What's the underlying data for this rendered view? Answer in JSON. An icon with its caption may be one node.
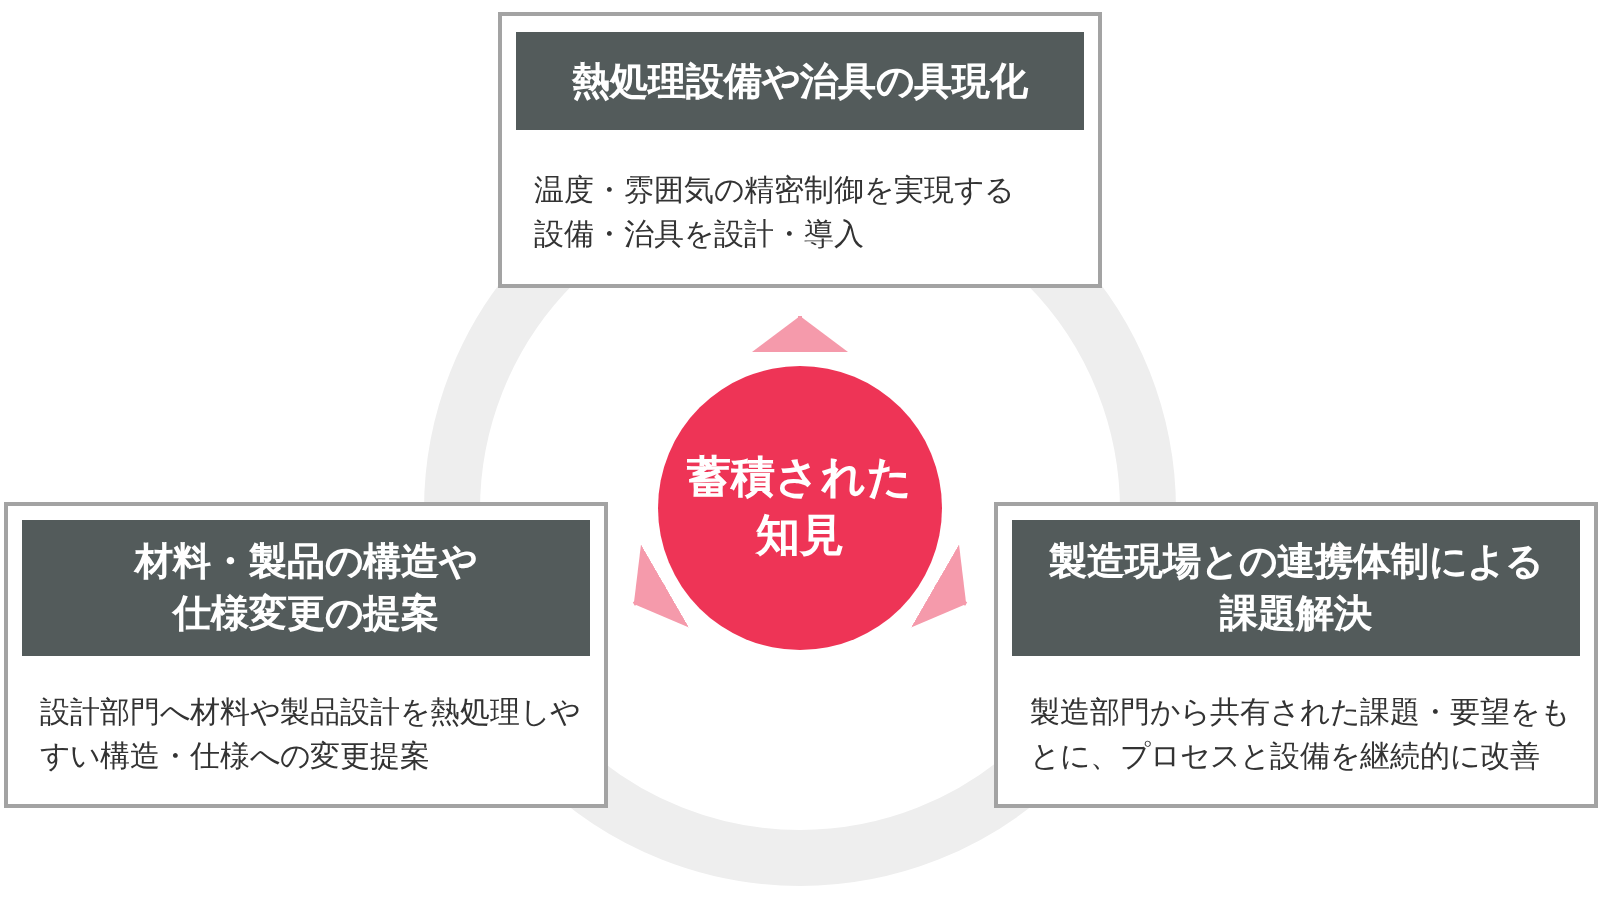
{
  "diagram": {
    "nodes": [
      {
        "text": [
          "熱処理設備や治具の具現化",
          "温度・雰囲気の精密制御を実現する設備・治具を設計・導入"
        ]
      },
      {
        "text": [
          "蓄積された知見"
        ]
      },
      {
        "text": [
          "材料・製品の構造や仕様変更の提案",
          "設計部門へ材料や製品設計を熱処理しやすい構造・仕様への変更提案"
        ]
      },
      {
        "text": [
          "製造現場との連携体制による課題解決",
          "製造部門から共有された課題・要望をもとに、プロセスと設備を継続的に改善"
        ]
      }
    ],
    "edges": [
      {
        "from": 1,
        "to": 0,
        "arrow": "to"
      },
      {
        "from": 1,
        "to": 2,
        "arrow": "to"
      },
      {
        "from": 1,
        "to": 3,
        "arrow": "to"
      }
    ]
  }
}
